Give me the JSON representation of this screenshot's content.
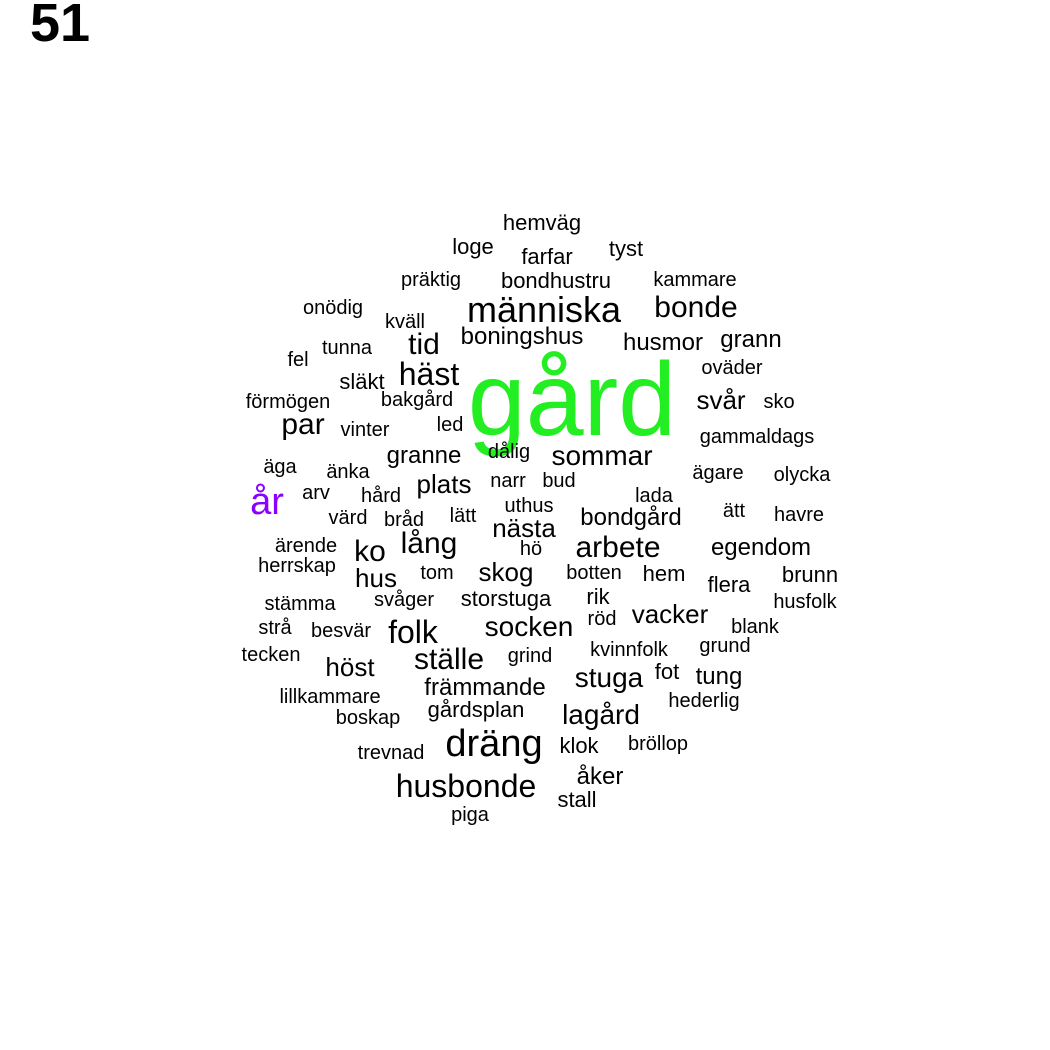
{
  "page_number": "51",
  "colors": {
    "largest": "#22ee22",
    "second": "#8b00ff",
    "default": "#000000"
  },
  "words": [
    {
      "text": "gård",
      "color": "#22ee22"
    },
    {
      "text": "år",
      "color": "#8b00ff"
    },
    {
      "text": "människa"
    },
    {
      "text": "dräng"
    },
    {
      "text": "husbonde"
    },
    {
      "text": "bonde"
    },
    {
      "text": "häst"
    },
    {
      "text": "folk"
    },
    {
      "text": "ställe"
    },
    {
      "text": "arbete"
    },
    {
      "text": "sommar"
    },
    {
      "text": "ko"
    },
    {
      "text": "lång"
    },
    {
      "text": "tid"
    },
    {
      "text": "par"
    },
    {
      "text": "stuga"
    },
    {
      "text": "lagård"
    },
    {
      "text": "socken"
    },
    {
      "text": "hus"
    },
    {
      "text": "nästa"
    },
    {
      "text": "skog"
    },
    {
      "text": "höst"
    },
    {
      "text": "bondgård"
    },
    {
      "text": "vacker"
    },
    {
      "text": "egendom"
    },
    {
      "text": "plats"
    },
    {
      "text": "främmande"
    },
    {
      "text": "boningshus"
    },
    {
      "text": "husmor"
    },
    {
      "text": "grann"
    },
    {
      "text": "tung"
    },
    {
      "text": "svår"
    },
    {
      "text": "åker"
    },
    {
      "text": "granne"
    },
    {
      "text": "storstuga"
    },
    {
      "text": "gårdsplan"
    },
    {
      "text": "släkt"
    },
    {
      "text": "hemväg"
    },
    {
      "text": "loge"
    },
    {
      "text": "farfar"
    },
    {
      "text": "tyst"
    },
    {
      "text": "präktig"
    },
    {
      "text": "bondhustru"
    },
    {
      "text": "kammare"
    },
    {
      "text": "onödig"
    },
    {
      "text": "kväll"
    },
    {
      "text": "fel"
    },
    {
      "text": "tunna"
    },
    {
      "text": "oväder"
    },
    {
      "text": "förmögen"
    },
    {
      "text": "bakgård"
    },
    {
      "text": "sko"
    },
    {
      "text": "vinter"
    },
    {
      "text": "led"
    },
    {
      "text": "gammaldags"
    },
    {
      "text": "dålig"
    },
    {
      "text": "äga"
    },
    {
      "text": "änka"
    },
    {
      "text": "ägare"
    },
    {
      "text": "olycka"
    },
    {
      "text": "narr"
    },
    {
      "text": "bud"
    },
    {
      "text": "arv"
    },
    {
      "text": "hård"
    },
    {
      "text": "lada"
    },
    {
      "text": "uthus"
    },
    {
      "text": "ätt"
    },
    {
      "text": "havre"
    },
    {
      "text": "värd"
    },
    {
      "text": "bråd"
    },
    {
      "text": "lätt"
    },
    {
      "text": "ärende"
    },
    {
      "text": "hö"
    },
    {
      "text": "herrskap"
    },
    {
      "text": "tom"
    },
    {
      "text": "botten"
    },
    {
      "text": "hem"
    },
    {
      "text": "flera"
    },
    {
      "text": "brunn"
    },
    {
      "text": "stämma"
    },
    {
      "text": "svåger"
    },
    {
      "text": "rik"
    },
    {
      "text": "husfolk"
    },
    {
      "text": "strå"
    },
    {
      "text": "besvär"
    },
    {
      "text": "röd"
    },
    {
      "text": "blank"
    },
    {
      "text": "tecken"
    },
    {
      "text": "grind"
    },
    {
      "text": "kvinnfolk"
    },
    {
      "text": "grund"
    },
    {
      "text": "fot"
    },
    {
      "text": "lillkammare"
    },
    {
      "text": "hederlig"
    },
    {
      "text": "boskap"
    },
    {
      "text": "trevnad"
    },
    {
      "text": "klok"
    },
    {
      "text": "bröllop"
    },
    {
      "text": "stall"
    },
    {
      "text": "piga"
    }
  ]
}
